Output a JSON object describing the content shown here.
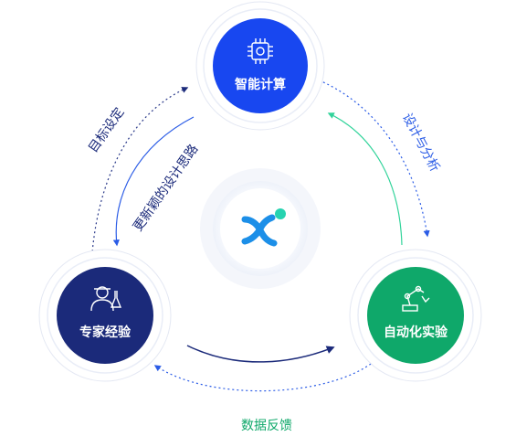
{
  "nodes": {
    "top": {
      "label": "智能计算",
      "icon": "chip-icon",
      "color": "#1847F0"
    },
    "left": {
      "label": "专家经验",
      "icon": "scientist-icon",
      "color": "#1B2A7A"
    },
    "right": {
      "label": "自动化实验",
      "icon": "robot-arm-icon",
      "color": "#0FA86A"
    },
    "center": {
      "icon": "logo-icon",
      "color": "#1C8FE8",
      "accent": "#26D3B0"
    }
  },
  "edges": {
    "goal_setting": "目标设定",
    "update_design": "更新颖的设计思路",
    "design_analysis": "设计与分析",
    "data_feedback": "数据反馈"
  },
  "colors": {
    "dark_navy": "#1B2A7A",
    "blue": "#1847F0",
    "green": "#0FA86A",
    "light_green": "#31D39A"
  }
}
